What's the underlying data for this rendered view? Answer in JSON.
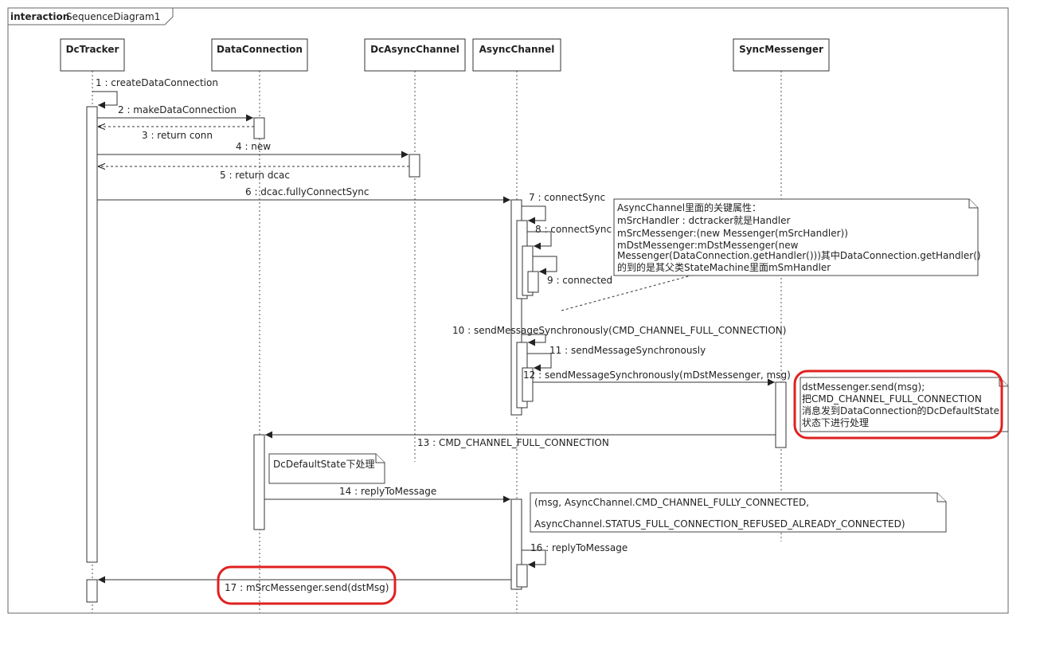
{
  "frame": {
    "keyword": "interaction",
    "name": "SequenceDiagram1"
  },
  "lifelines": [
    {
      "id": "dctracker",
      "name": "DcTracker"
    },
    {
      "id": "dataconnection",
      "name": "DataConnection"
    },
    {
      "id": "dcasyncchannel",
      "name": "DcAsyncChannel"
    },
    {
      "id": "asyncchannel",
      "name": "AsyncChannel"
    },
    {
      "id": "syncmessenger",
      "name": "SyncMessenger"
    }
  ],
  "messages": [
    {
      "id": "m1",
      "label": "1 : createDataConnection"
    },
    {
      "id": "m2",
      "label": "2 : makeDataConnection"
    },
    {
      "id": "m3",
      "label": "3 : return conn"
    },
    {
      "id": "m4",
      "label": "4 : new"
    },
    {
      "id": "m5",
      "label": "5 : return dcac"
    },
    {
      "id": "m6",
      "label": "6 : dcac.fullyConnectSync"
    },
    {
      "id": "m7",
      "label": "7 : connectSync"
    },
    {
      "id": "m8",
      "label": "8 : connectSync"
    },
    {
      "id": "m9",
      "label": "9 : connected"
    },
    {
      "id": "m10",
      "label": "10 : sendMessageSynchronously(CMD_CHANNEL_FULL_CONNECTION)"
    },
    {
      "id": "m11",
      "label": "11 : sendMessageSynchronously"
    },
    {
      "id": "m12",
      "label": "12 : sendMessageSynchronously(mDstMessenger, msg)"
    },
    {
      "id": "m13",
      "label": "13 : CMD_CHANNEL_FULL_CONNECTION"
    },
    {
      "id": "m14",
      "label": "14 : replyToMessage"
    },
    {
      "id": "m16",
      "label": "16 : replyToMessage"
    },
    {
      "id": "m17",
      "label": "17 : mSrcMessenger.send(dstMsg)"
    }
  ],
  "notes": {
    "asyncchannel_fields": [
      "AsyncChannel里面的关键属性：",
      "mSrcHandler : dctracker就是Handler",
      "mSrcMessenger:(new Messenger(mSrcHandler))",
      "mDstMessenger:mDstMessenger(new",
      "Messenger(DataConnection.getHandler()))其中DataConnection.getHandler()",
      "的到的是其父类StateMachine里面mSmHandler"
    ],
    "send_note": [
      "dstMessenger.send(msg);",
      "把CMD_CHANNEL_FULL_CONNECTION",
      "消息发到DataConnection的DcDefaultState",
      "状态下进行处理"
    ],
    "default_state": [
      "DcDefaultState下处理"
    ],
    "reply_note": [
      "(msg, AsyncChannel.CMD_CHANNEL_FULLY_CONNECTED,",
      "AsyncChannel.STATUS_FULL_CONNECTION_REFUSED_ALREADY_CONNECTED)"
    ]
  },
  "colors": {
    "highlight": "#e02020",
    "line": "#333333",
    "frame": "#666666"
  }
}
